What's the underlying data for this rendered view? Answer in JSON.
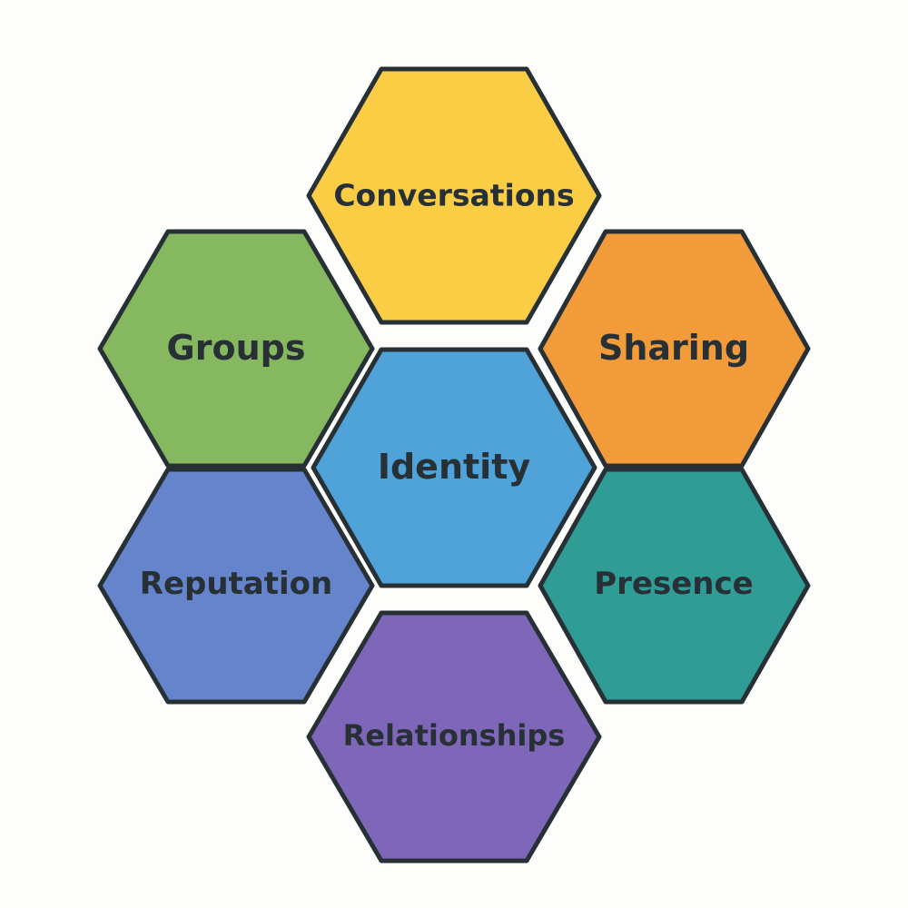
{
  "cells": [
    {
      "id": "conversations",
      "label": "Conversations",
      "color": "#fbcd45"
    },
    {
      "id": "groups",
      "label": "Groups",
      "color": "#86b85f"
    },
    {
      "id": "sharing",
      "label": "Sharing",
      "color": "#f29b3b"
    },
    {
      "id": "identity",
      "label": "Identity",
      "color": "#4fa3d8"
    },
    {
      "id": "reputation",
      "label": "Reputation",
      "color": "#6584cc"
    },
    {
      "id": "presence",
      "label": "Presence",
      "color": "#2f9c95"
    },
    {
      "id": "relationships",
      "label": "Relationships",
      "color": "#7e66b8"
    }
  ]
}
